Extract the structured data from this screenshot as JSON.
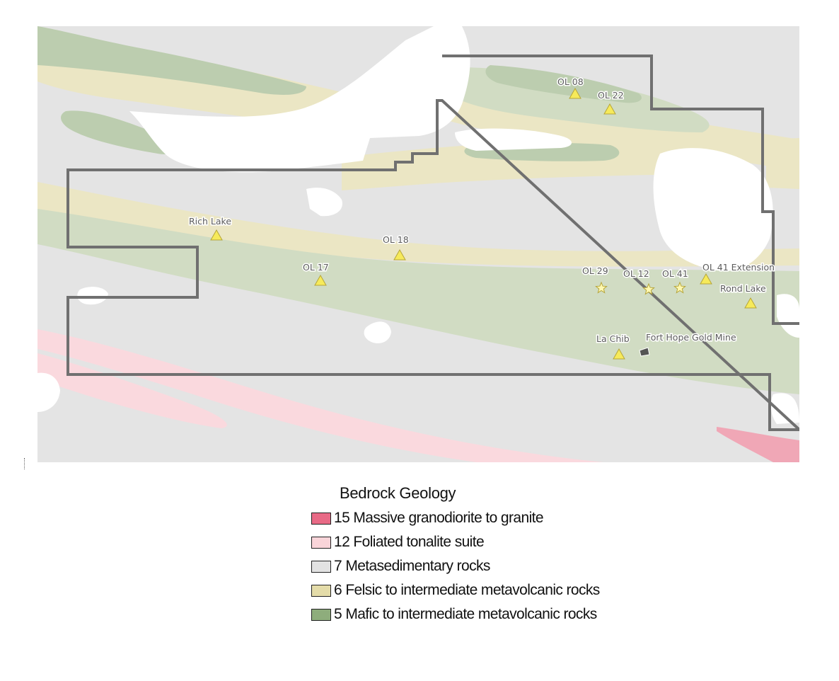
{
  "legend": {
    "title": "Bedrock Geology",
    "items": [
      {
        "label": "15 Massive granodiorite to granite",
        "color": "#e86a86"
      },
      {
        "label": "12 Foliated tonalite suite",
        "color": "#f9d4d9"
      },
      {
        "label": "7 Metasedimentary rocks",
        "color": "#e2e2e2"
      },
      {
        "label": "6 Felsic to intermediate metavolcanic rocks",
        "color": "#e4dca9"
      },
      {
        "label": "5 Mafic to intermediate metavolcanic rocks",
        "color": "#8ead7c"
      }
    ]
  },
  "map": {
    "colors": {
      "metasedimentary": "#e4e4e4",
      "felsic": "#ebe6c4",
      "mafic": "#d1dcc3",
      "mafic_dark": "#bccdaf",
      "tonalite": "#fad9de",
      "granite": "#f0a7b6",
      "water": "#ffffff",
      "boundary": "#707070",
      "marker_fill": "#f6ea5a",
      "marker_stroke": "#b5a53a"
    },
    "labels": {
      "ol08": "OL 08",
      "ol22": "OL 22",
      "rich_lake": "Rich Lake",
      "ol18": "OL 18",
      "ol17": "OL 17",
      "ol29": "OL 29",
      "ol12": "OL 12",
      "ol41": "OL 41",
      "ol41_ext": "OL 41 Extension",
      "rond_lake": "Rond Lake",
      "la_chib": "La Chib",
      "fort_hope": "Fort Hope Gold Mine"
    }
  }
}
